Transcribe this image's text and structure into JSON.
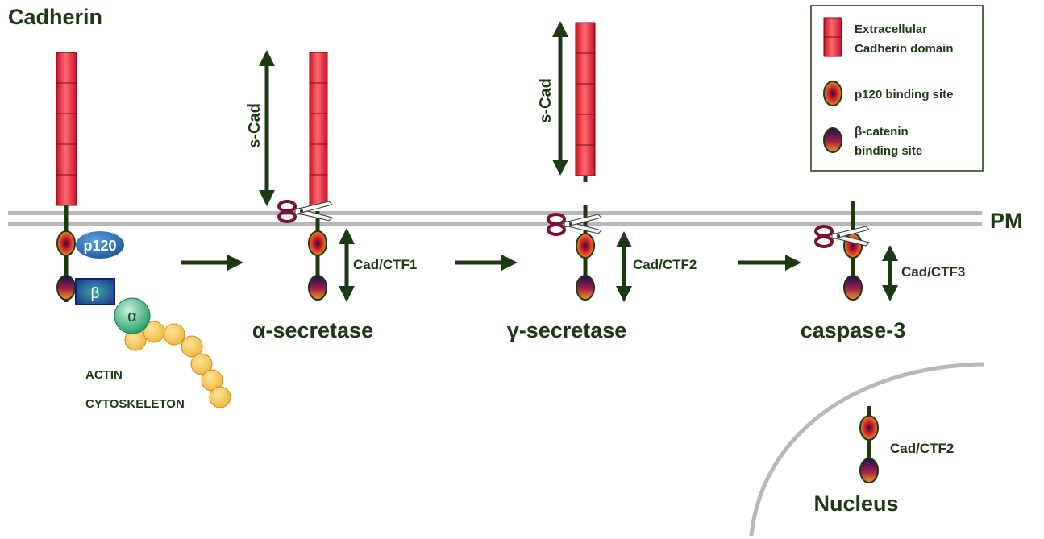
{
  "title": "Cadherin",
  "membrane_label": "PM",
  "steps": [
    {
      "enzyme": "α-secretase",
      "fragment": "Cad/CTF1",
      "soluble": "s-Cad"
    },
    {
      "enzyme": "γ-secretase",
      "fragment": "Cad/CTF2",
      "soluble": "s-Cad"
    },
    {
      "enzyme": "caspase-3",
      "fragment": "Cad/CTF3"
    }
  ],
  "complex": {
    "p120": "p120",
    "beta": "β",
    "alpha": "α",
    "actin_line1": "ACTIN",
    "actin_line2": "CYTOSKELETON"
  },
  "nucleus": {
    "label": "Nucleus",
    "fragment": "Cad/CTF2"
  },
  "legend": {
    "domain_line1": "Extracellular",
    "domain_line2": "Cadherin domain",
    "p120_site": "p120 binding site",
    "beta_line1": "β-catenin",
    "beta_line2": "binding site"
  },
  "colors": {
    "dark_green": "#1b3a12",
    "cadherin_red": "#e8383d",
    "membrane_gray": "#b8b8b8",
    "p120_blue": "#2e6fb0",
    "beta_blue": "#1f3c9a",
    "alpha_green": "#2fae73",
    "actin_yellow": "#f5c451",
    "scissors_handle": "#7a1232"
  }
}
